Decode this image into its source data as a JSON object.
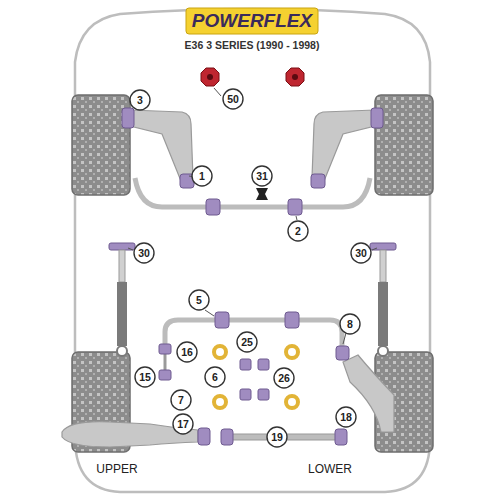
{
  "diagram": {
    "title": "E36 3 SERIES (1990 - 1998)",
    "nodes": [
      {
        "text": [
          "3"
        ]
      },
      {
        "text": [
          "50"
        ]
      },
      {
        "text": [
          "1"
        ]
      },
      {
        "text": [
          "31"
        ]
      },
      {
        "text": [
          "2"
        ]
      },
      {
        "text": [
          "30"
        ]
      },
      {
        "text": [
          "30"
        ]
      },
      {
        "text": [
          "5"
        ]
      },
      {
        "text": [
          "8"
        ]
      },
      {
        "text": [
          "25"
        ]
      },
      {
        "text": [
          "16"
        ]
      },
      {
        "text": [
          "6"
        ]
      },
      {
        "text": [
          "26"
        ]
      },
      {
        "text": [
          "15"
        ]
      },
      {
        "text": [
          "7"
        ]
      },
      {
        "text": [
          "17"
        ]
      },
      {
        "text": [
          "19"
        ]
      },
      {
        "text": [
          "18"
        ]
      }
    ],
    "edges": [],
    "labels": [
      "POWERFLEX",
      "UPPER",
      "LOWER"
    ]
  }
}
